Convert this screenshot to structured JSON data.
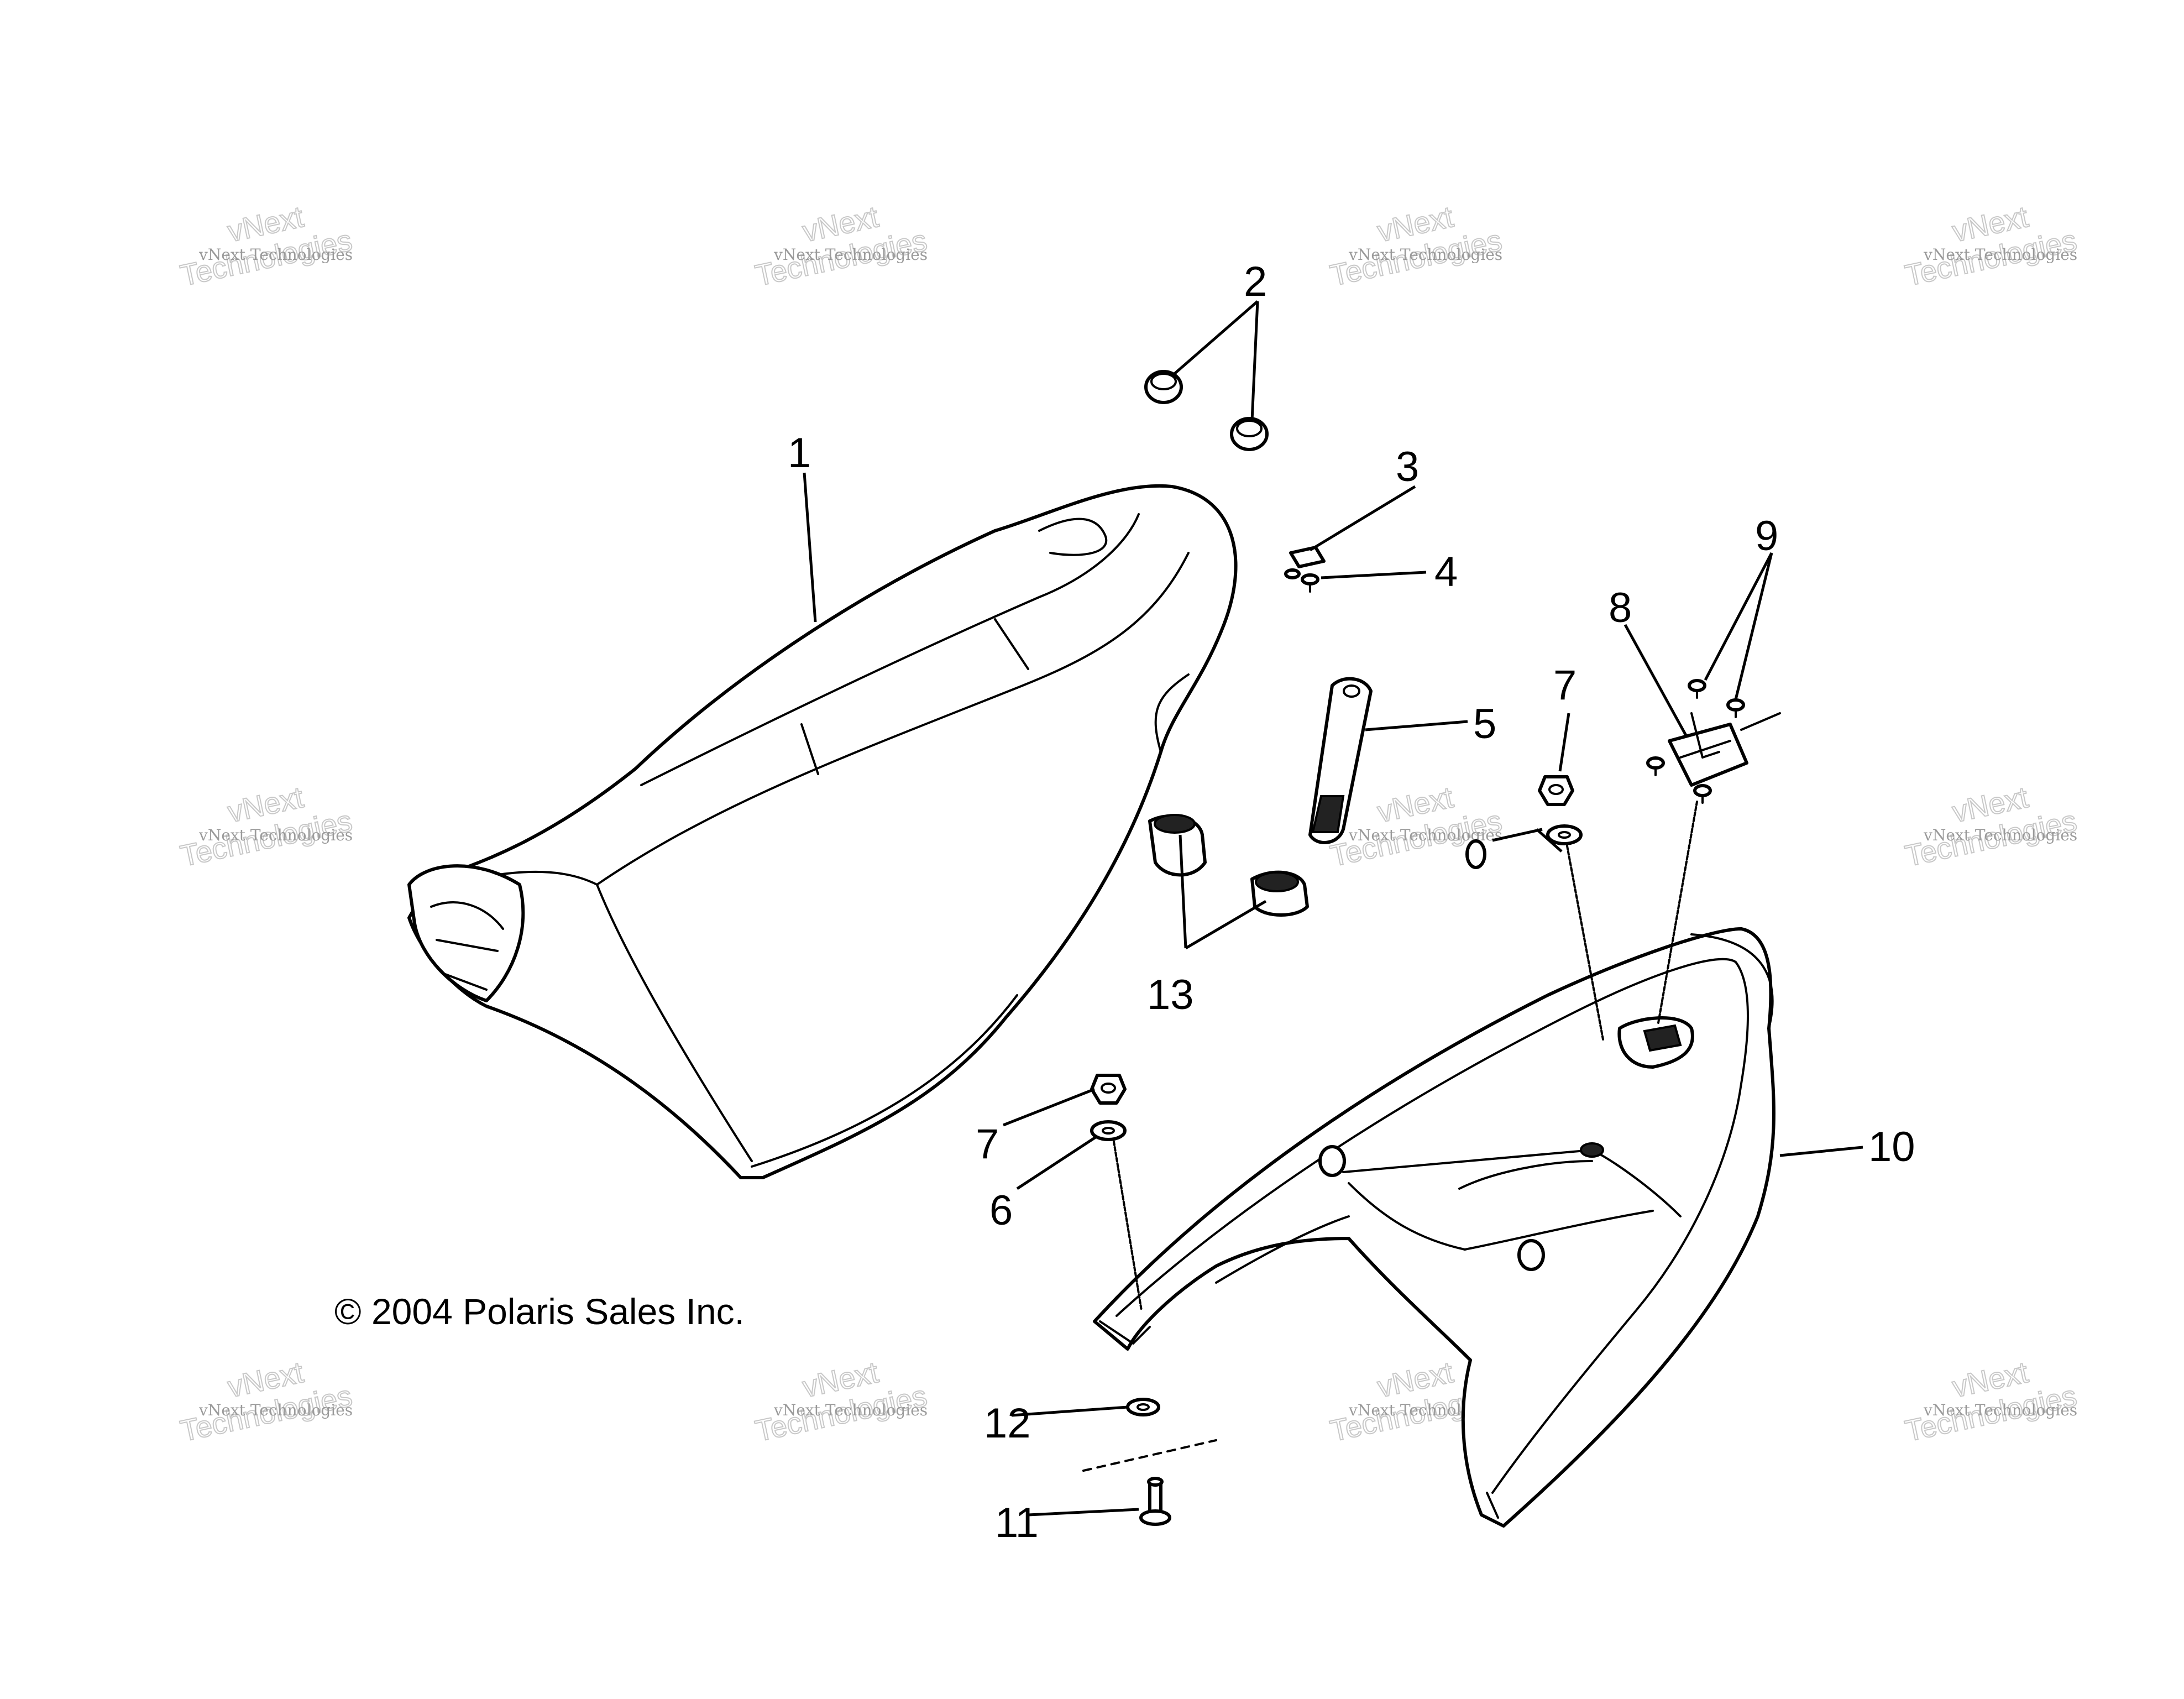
{
  "copyright": "© 2004 Polaris Sales Inc.",
  "watermark": {
    "small": "vNext Technologies",
    "large_line1": "vNext",
    "large_line2": "Technologies"
  },
  "callouts": [
    "1",
    "2",
    "3",
    "4",
    "5",
    "6",
    "7",
    "7",
    "8",
    "9",
    "10",
    "11",
    "12",
    "13"
  ],
  "colors": {
    "line": "#000000",
    "watermark": "#c8c8c8"
  }
}
